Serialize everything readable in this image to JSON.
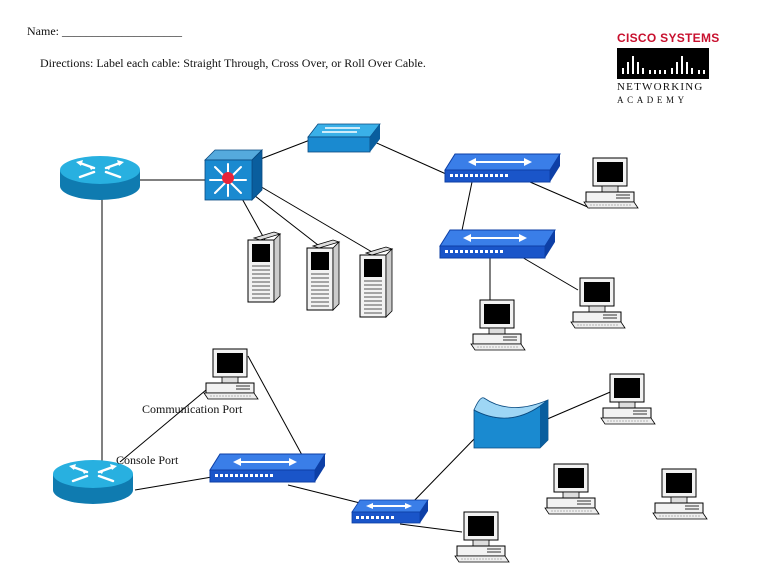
{
  "header": {
    "name_line": "Name: ____________________",
    "directions": "Directions: Label each cable: Straight Through, Cross Over, or Roll Over Cable."
  },
  "logo": {
    "brand": "CISCO SYSTEMS",
    "line1": "NETWORKING",
    "line2": "ACADEMY",
    "brand_color": "#c8102e"
  },
  "labels": {
    "communication_port": "Communication Port",
    "console_port": "Console Port"
  },
  "colors": {
    "device_blue": "#1e6fd9",
    "router_teal": "#1a9ac9",
    "cable": "#000000"
  }
}
